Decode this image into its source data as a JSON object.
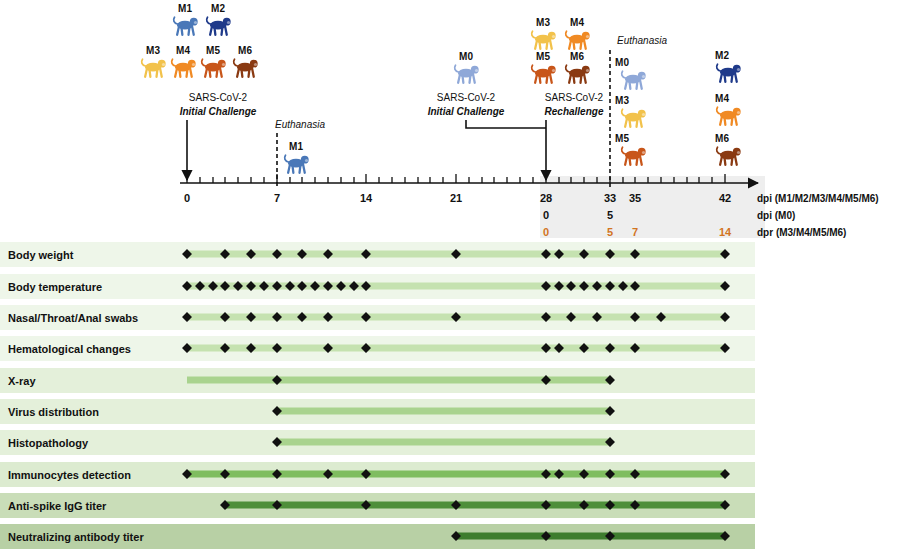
{
  "diagram": {
    "nodes": [
      {
        "text": [
          "Body weight"
        ]
      },
      {
        "text": [
          "Body temperature"
        ]
      },
      {
        "text": [
          "Nasal/Throat/Anal swabs"
        ]
      },
      {
        "text": [
          "Hematological changes"
        ]
      },
      {
        "text": [
          "X-ray"
        ]
      },
      {
        "text": [
          "Virus distribution"
        ]
      },
      {
        "text": [
          "Histopathology"
        ]
      },
      {
        "text": [
          "Immunocytes detection"
        ]
      },
      {
        "text": [
          "Anti-spike IgG titer"
        ]
      },
      {
        "text": [
          "Neutralizing antibody titer"
        ]
      }
    ],
    "labels": [
      "M1",
      "M2",
      "M3",
      "M4",
      "M5",
      "M6",
      "SARS-CoV-2",
      "Initial Challenge",
      "Euthanasia",
      "M1",
      "M0",
      "M3",
      "M4",
      "M5",
      "M6",
      "SARS-CoV-2",
      "Initial Challenge",
      "SARS-CoV-2",
      "Rechallenge",
      "Euthanasia",
      "M0",
      "M3",
      "M5",
      "M2",
      "M4",
      "M6",
      "0",
      "7",
      "14",
      "21",
      "28",
      "33",
      "35",
      "42",
      "dpi (M1/M2/M3/M4/M5/M6)",
      "0",
      "5",
      "dpi (M0)",
      "0",
      "5",
      "7",
      "14",
      "dpr (M3/M4/M5/M6)"
    ]
  }
}
